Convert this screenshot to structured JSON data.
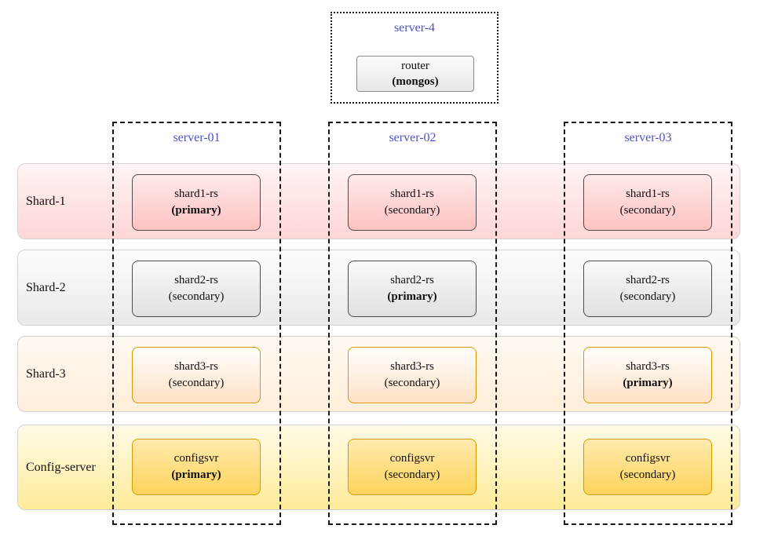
{
  "palette": {
    "server_label_blue": "#4c52c6",
    "dashed_border": "#1a1a1a",
    "shard1_node_border": "#4d4d4d",
    "shard2_node_border": "#4d4d4d",
    "shard3_node_border": "#d79b00",
    "config_node_border": "#d79b00",
    "shard1_band_gradient": [
      "#fff4f4",
      "#ffd6d6"
    ],
    "shard2_band_gradient": [
      "#fdfdfd",
      "#e9e9e9"
    ],
    "shard3_band_gradient": [
      "#fffaf2",
      "#ffeeda"
    ],
    "config_band_gradient": [
      "#fffbe6",
      "#ffeb99"
    ],
    "shard1_node_gradient": [
      "#ffe9e9",
      "#ffc2c2"
    ],
    "shard2_node_gradient": [
      "#fafafa",
      "#e0e0e0"
    ],
    "shard3_node_gradient": [
      "#fffefc",
      "#ffe2c6"
    ],
    "config_node_gradient": [
      "#ffeaae",
      "#ffd45c"
    ]
  },
  "router_group": {
    "label": "server-4",
    "node": {
      "title": "router",
      "role": "mongos",
      "role_label": "(mongos)"
    }
  },
  "columns": [
    {
      "label": "server-01"
    },
    {
      "label": "server-02"
    },
    {
      "label": "server-03"
    }
  ],
  "rows": [
    {
      "label": "Shard-1",
      "theme": "red",
      "nodes": [
        {
          "title": "shard1-rs",
          "role": "primary",
          "role_label": "(primary)"
        },
        {
          "title": "shard1-rs",
          "role": "secondary",
          "role_label": "(secondary)"
        },
        {
          "title": "shard1-rs",
          "role": "secondary",
          "role_label": "(secondary)"
        }
      ]
    },
    {
      "label": "Shard-2",
      "theme": "gray",
      "nodes": [
        {
          "title": "shard2-rs",
          "role": "secondary",
          "role_label": "(secondary)"
        },
        {
          "title": "shard2-rs",
          "role": "primary",
          "role_label": "(primary)"
        },
        {
          "title": "shard2-rs",
          "role": "secondary",
          "role_label": "(secondary)"
        }
      ]
    },
    {
      "label": "Shard-3",
      "theme": "orange",
      "nodes": [
        {
          "title": "shard3-rs",
          "role": "secondary",
          "role_label": "(secondary)"
        },
        {
          "title": "shard3-rs",
          "role": "secondary",
          "role_label": "(secondary)"
        },
        {
          "title": "shard3-rs",
          "role": "primary",
          "role_label": "(primary)"
        }
      ]
    },
    {
      "label": "Config-server",
      "theme": "yellow",
      "nodes": [
        {
          "title": "configsvr",
          "role": "primary",
          "role_label": "(primary)"
        },
        {
          "title": "configsvr",
          "role": "secondary",
          "role_label": "(secondary)"
        },
        {
          "title": "configsvr",
          "role": "secondary",
          "role_label": "(secondary)"
        }
      ]
    }
  ]
}
